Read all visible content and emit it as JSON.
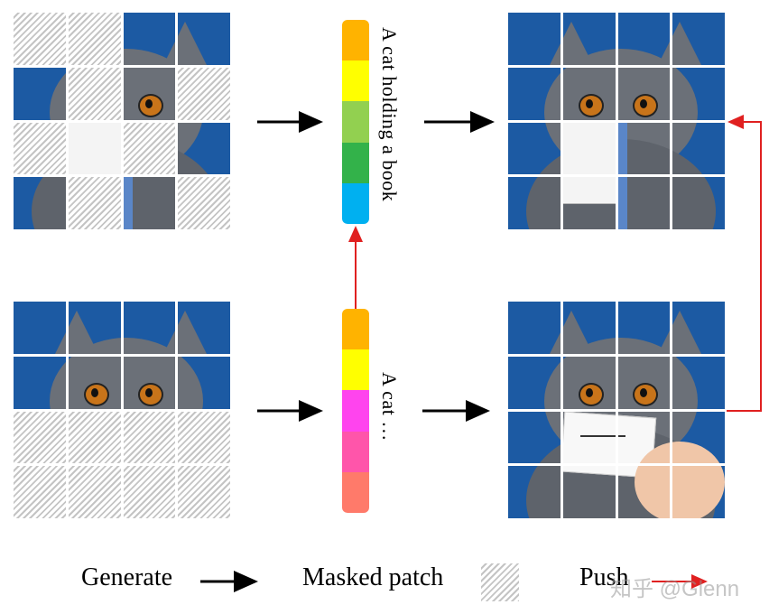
{
  "diagram": {
    "caption_top": "A cat  holding a book",
    "caption_bottom": "A cat …",
    "legend": {
      "generate_label": "Generate",
      "masked_label": "Masked patch",
      "push_label": "Push"
    },
    "watermark": "知乎 @Glenn",
    "colors": {
      "arrow": "#000000",
      "push_arrow": "#e02020",
      "image_bg": "#1c5aa3",
      "cat_gray": "#6b7078",
      "eye": "#c8741a"
    },
    "token_bar_top": [
      "#ffb300",
      "#ffff00",
      "#92d050",
      "#33b24a",
      "#00b0f0"
    ],
    "token_bar_bottom": [
      "#ffb300",
      "#ffff00",
      "#ff44ee",
      "#ff55aa",
      "#ff7a6a"
    ],
    "grid_top_left_mask": [
      1,
      1,
      0,
      0,
      0,
      1,
      0,
      1,
      1,
      0,
      1,
      0,
      0,
      1,
      0,
      1
    ],
    "grid_bottom_left_mask": [
      0,
      0,
      0,
      0,
      0,
      0,
      0,
      0,
      1,
      1,
      1,
      1,
      1,
      1,
      1,
      1
    ]
  }
}
